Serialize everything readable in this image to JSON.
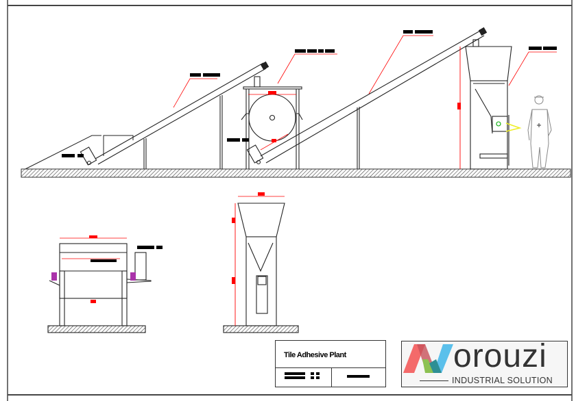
{
  "drawing": {
    "title": "Tile Adhesive Plant",
    "brand": {
      "name": "orouzi",
      "tagline": "INDUSTRIAL SOLUTION"
    },
    "colors": {
      "line": "#222222",
      "dimension": "#ff0000",
      "logo_red": "#f46a6a",
      "logo_green": "#8cc152",
      "logo_blue": "#5bc0eb",
      "logo_teal": "#2e8f94"
    }
  }
}
